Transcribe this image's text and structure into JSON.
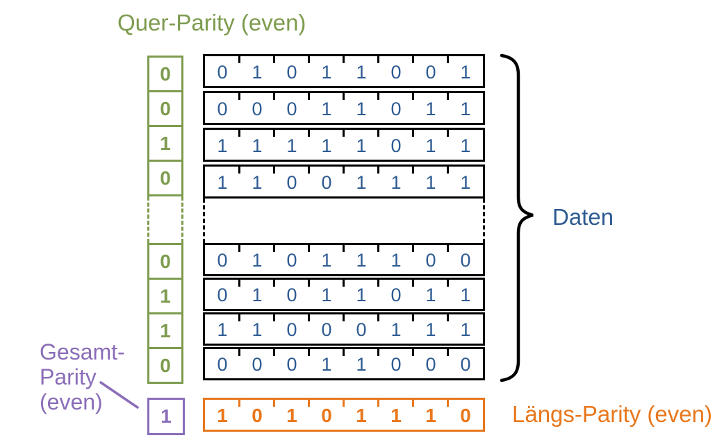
{
  "diagram": {
    "quer_title": "Quer-Parity (even)",
    "laengs_title": "Längs-Parity (even)",
    "gesamt_title_lines": [
      "Gesamt-",
      "Parity",
      "(even)"
    ],
    "daten_label": "Daten"
  },
  "quer_parity_bits": {
    "top": [
      "0",
      "0",
      "1",
      "0"
    ],
    "bottom": [
      "0",
      "1",
      "1",
      "0"
    ]
  },
  "data_bits": {
    "top_rows": [
      [
        "0",
        "1",
        "0",
        "1",
        "1",
        "0",
        "0",
        "1"
      ],
      [
        "0",
        "0",
        "0",
        "1",
        "1",
        "0",
        "1",
        "1"
      ],
      [
        "1",
        "1",
        "1",
        "1",
        "1",
        "0",
        "1",
        "1"
      ],
      [
        "1",
        "1",
        "0",
        "0",
        "1",
        "1",
        "1",
        "1"
      ]
    ],
    "bottom_rows": [
      [
        "0",
        "1",
        "0",
        "1",
        "1",
        "1",
        "0",
        "0"
      ],
      [
        "0",
        "1",
        "0",
        "1",
        "1",
        "0",
        "1",
        "1"
      ],
      [
        "1",
        "1",
        "0",
        "0",
        "0",
        "1",
        "1",
        "1"
      ],
      [
        "0",
        "0",
        "0",
        "1",
        "1",
        "0",
        "0",
        "0"
      ]
    ]
  },
  "laengs_parity_bits": [
    "1",
    "0",
    "1",
    "0",
    "1",
    "1",
    "1",
    "0"
  ],
  "gesamt_parity_bit": "1",
  "colors": {
    "green": "#7d9b4e",
    "blue": "#2e5b92",
    "orange": "#e8771c",
    "purple": "#8a6db8",
    "black": "#000000"
  }
}
